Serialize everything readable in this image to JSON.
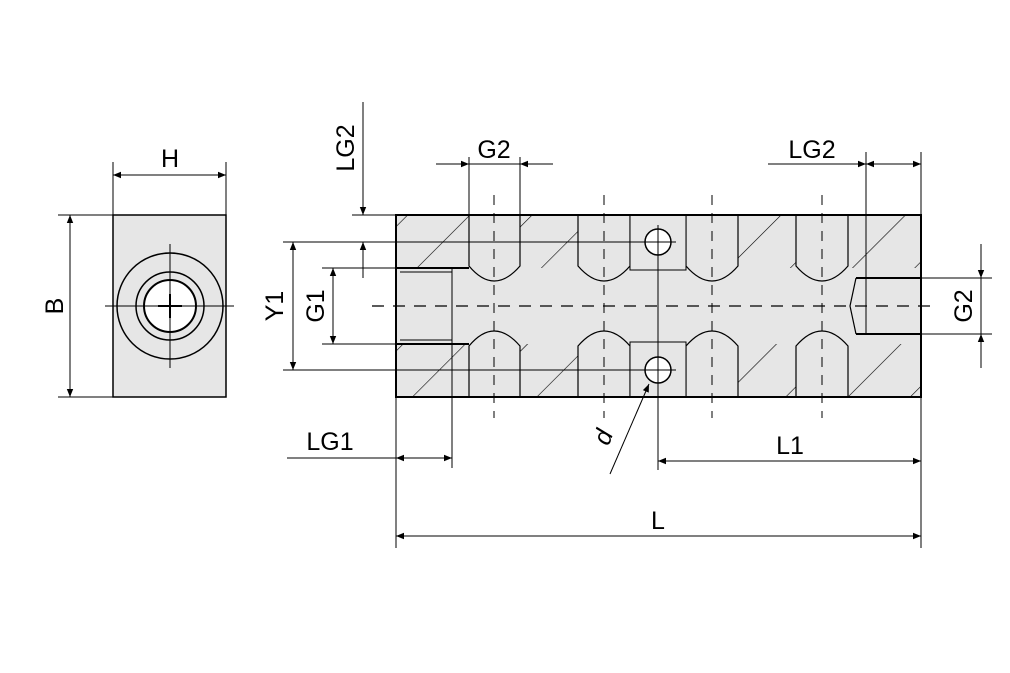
{
  "labels": {
    "h": "H",
    "b": "B",
    "lg2_left": "LG2",
    "g2_top": "G2",
    "lg2_top": "LG2",
    "y1": "Y1",
    "g1": "G1",
    "g2_right": "G2",
    "lg1": "LG1",
    "d": "d",
    "l1": "L1",
    "l": "L"
  },
  "colors": {
    "section_fill": "#e6e6e6",
    "line": "#000000",
    "background": "#ffffff"
  }
}
